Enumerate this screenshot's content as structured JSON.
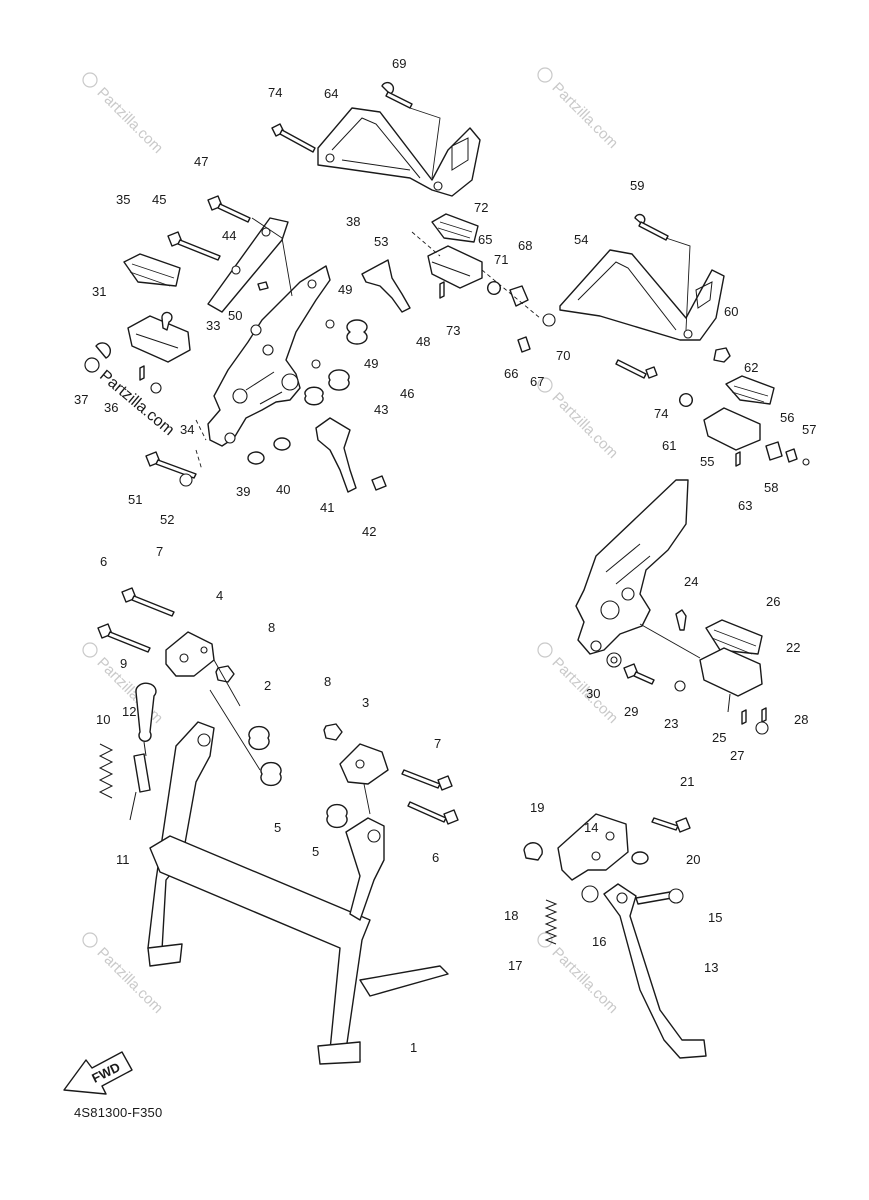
{
  "diagram": {
    "code": "4S81300-F350",
    "fwd_label": "FWD",
    "watermark": "Partzilla.com",
    "callouts": [
      "1",
      "2",
      "3",
      "4",
      "5",
      "6",
      "7",
      "8",
      "9",
      "10",
      "11",
      "12",
      "13",
      "14",
      "15",
      "16",
      "17",
      "18",
      "19",
      "20",
      "21",
      "22",
      "23",
      "24",
      "25",
      "26",
      "27",
      "28",
      "29",
      "30",
      "31",
      "33",
      "34",
      "35",
      "36",
      "37",
      "38",
      "39",
      "40",
      "41",
      "42",
      "43",
      "44",
      "45",
      "46",
      "47",
      "48",
      "49",
      "50",
      "51",
      "52",
      "53",
      "54",
      "55",
      "56",
      "57",
      "58",
      "59",
      "60",
      "61",
      "62",
      "63",
      "64",
      "65",
      "66",
      "67",
      "68",
      "69",
      "70",
      "71",
      "72",
      "73",
      "74"
    ],
    "colors": {
      "line": "#1a1a1a",
      "watermark": "#c9c9c9",
      "background": "#ffffff"
    }
  }
}
